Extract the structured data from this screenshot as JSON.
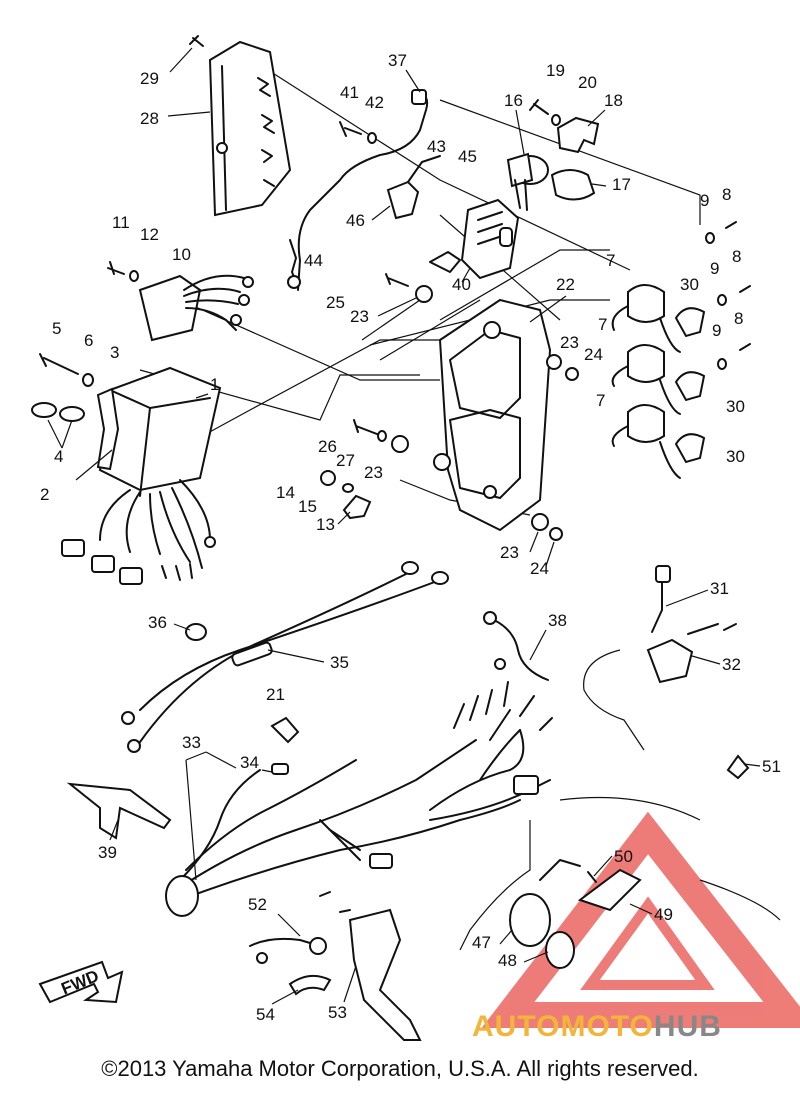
{
  "copyright": "©2013 Yamaha Motor Corporation, U.S.A. All rights reserved.",
  "watermark": {
    "part1": "AUTOMOTO",
    "part2": "HUB",
    "color_primary": "#f2b53a",
    "color_secondary": "#888888",
    "triangle_color": "#e8504a"
  },
  "fwd_label": "FWD",
  "callouts": [
    {
      "id": "c29",
      "text": "29"
    },
    {
      "id": "c28",
      "text": "28"
    },
    {
      "id": "c37",
      "text": "37"
    },
    {
      "id": "c41",
      "text": "41"
    },
    {
      "id": "c42",
      "text": "42"
    },
    {
      "id": "c16",
      "text": "16"
    },
    {
      "id": "c19",
      "text": "19"
    },
    {
      "id": "c20",
      "text": "20"
    },
    {
      "id": "c18",
      "text": "18"
    },
    {
      "id": "c43",
      "text": "43"
    },
    {
      "id": "c45",
      "text": "45"
    },
    {
      "id": "c17",
      "text": "17"
    },
    {
      "id": "c46",
      "text": "46"
    },
    {
      "id": "c11",
      "text": "11"
    },
    {
      "id": "c12",
      "text": "12"
    },
    {
      "id": "c10",
      "text": "10"
    },
    {
      "id": "c44",
      "text": "44"
    },
    {
      "id": "c40",
      "text": "40"
    },
    {
      "id": "c9a",
      "text": "9"
    },
    {
      "id": "c8a",
      "text": "8"
    },
    {
      "id": "c7a",
      "text": "7"
    },
    {
      "id": "c9b",
      "text": "9"
    },
    {
      "id": "c8b",
      "text": "8"
    },
    {
      "id": "c30a",
      "text": "30"
    },
    {
      "id": "c25",
      "text": "25"
    },
    {
      "id": "c22",
      "text": "22"
    },
    {
      "id": "c23a",
      "text": "23"
    },
    {
      "id": "c9c",
      "text": "9"
    },
    {
      "id": "c8c",
      "text": "8"
    },
    {
      "id": "c5",
      "text": "5"
    },
    {
      "id": "c6",
      "text": "6"
    },
    {
      "id": "c3",
      "text": "3"
    },
    {
      "id": "c23b",
      "text": "23"
    },
    {
      "id": "c24a",
      "text": "24"
    },
    {
      "id": "c7b",
      "text": "7"
    },
    {
      "id": "c1",
      "text": "1"
    },
    {
      "id": "c7c",
      "text": "7"
    },
    {
      "id": "c30b",
      "text": "30"
    },
    {
      "id": "c4",
      "text": "4"
    },
    {
      "id": "c26",
      "text": "26"
    },
    {
      "id": "c27",
      "text": "27"
    },
    {
      "id": "c23c",
      "text": "23"
    },
    {
      "id": "c30c",
      "text": "30"
    },
    {
      "id": "c2",
      "text": "2"
    },
    {
      "id": "c14",
      "text": "14"
    },
    {
      "id": "c15",
      "text": "15"
    },
    {
      "id": "c13",
      "text": "13"
    },
    {
      "id": "c23d",
      "text": "23"
    },
    {
      "id": "c24b",
      "text": "24"
    },
    {
      "id": "c31",
      "text": "31"
    },
    {
      "id": "c36",
      "text": "36"
    },
    {
      "id": "c38",
      "text": "38"
    },
    {
      "id": "c35",
      "text": "35"
    },
    {
      "id": "c32",
      "text": "32"
    },
    {
      "id": "c21",
      "text": "21"
    },
    {
      "id": "c33",
      "text": "33"
    },
    {
      "id": "c34",
      "text": "34"
    },
    {
      "id": "c51",
      "text": "51"
    },
    {
      "id": "c39",
      "text": "39"
    },
    {
      "id": "c50",
      "text": "50"
    },
    {
      "id": "c49",
      "text": "49"
    },
    {
      "id": "c52",
      "text": "52"
    },
    {
      "id": "c47",
      "text": "47"
    },
    {
      "id": "c48",
      "text": "48"
    },
    {
      "id": "c54",
      "text": "54"
    },
    {
      "id": "c53",
      "text": "53"
    }
  ]
}
